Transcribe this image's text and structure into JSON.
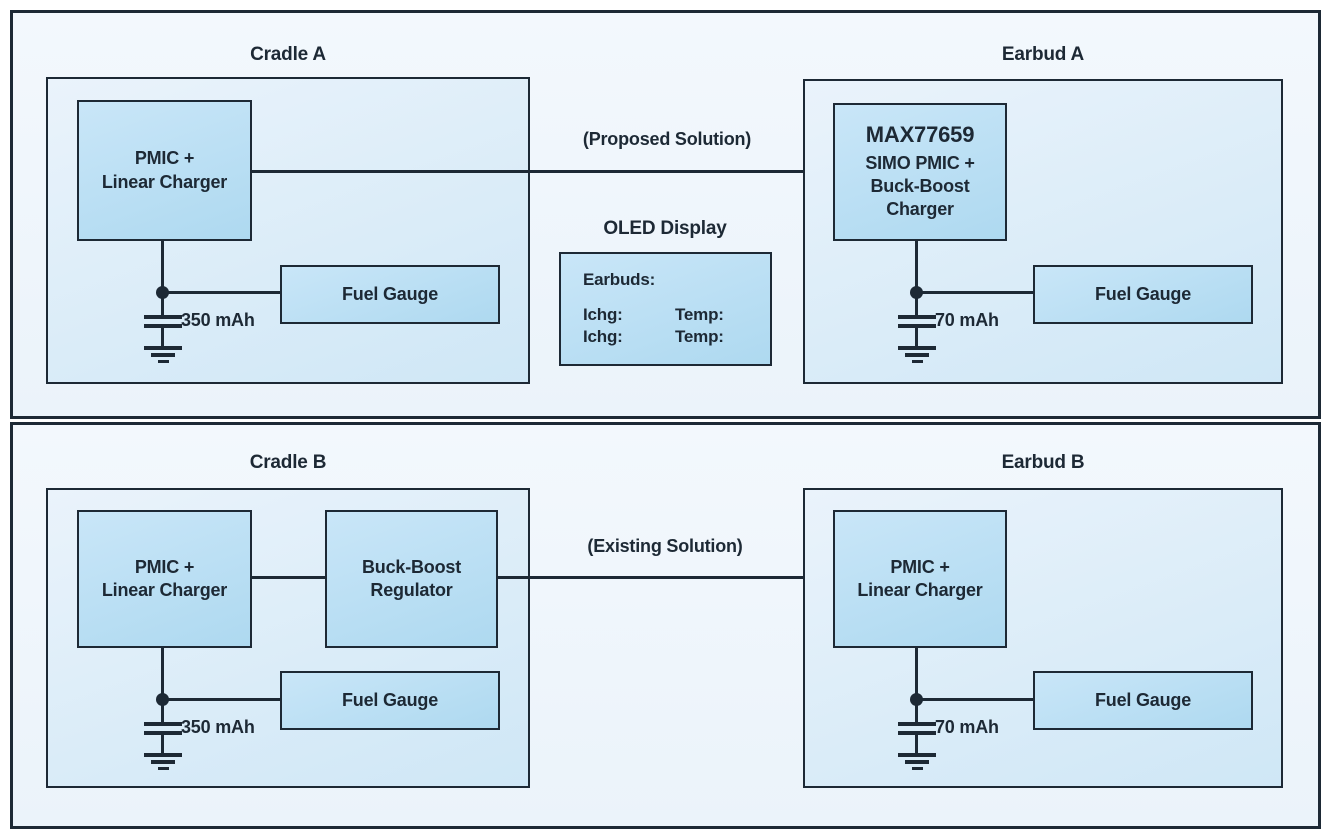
{
  "colors": {
    "ink": "#1d2935",
    "panel_fill": "#eff6fc",
    "container_fill_top": "#eaf3fb",
    "container_fill_bottom": "#cfe7f6",
    "block_fill": "#bde0f3",
    "page_margin": "#ffffff"
  },
  "top": {
    "cradle_title": "Cradle A",
    "pmic_line1": "PMIC +",
    "pmic_line2": "Linear Charger",
    "cradle_fuel_gauge": "Fuel Gauge",
    "cradle_battery": "350 mAh",
    "arrow_label": "(Proposed Solution)",
    "oled_title": "OLED Display",
    "oled_earbuds": "Earbuds:",
    "oled_row1_left": "Ichg:",
    "oled_row1_right": "Temp:",
    "oled_row2_left": "Ichg:",
    "oled_row2_right": "Temp:",
    "earbud_title": "Earbud A",
    "chip_line1": "MAX77659",
    "chip_line2": "SIMO PMIC +",
    "chip_line3": "Buck-Boost",
    "chip_line4": "Charger",
    "earbud_fuel_gauge": "Fuel Gauge",
    "earbud_battery": "70 mAh"
  },
  "bottom": {
    "cradle_title": "Cradle B",
    "pmic_line1": "PMIC +",
    "pmic_line2": "Linear Charger",
    "buck_line1": "Buck-Boost",
    "buck_line2": "Regulator",
    "cradle_fuel_gauge": "Fuel Gauge",
    "cradle_battery": "350 mAh",
    "arrow_label": "(Existing Solution)",
    "earbud_title": "Earbud B",
    "pmic2_line1": "PMIC +",
    "pmic2_line2": "Linear Charger",
    "earbud_fuel_gauge": "Fuel Gauge",
    "earbud_battery": "70 mAh"
  }
}
